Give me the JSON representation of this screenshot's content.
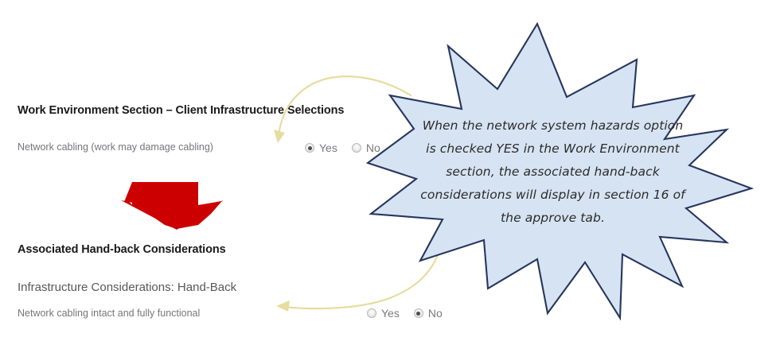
{
  "work_environment": {
    "heading": "Work Environment Section – Client Infrastructure Selections",
    "field_label": "Network cabling (work may damage cabling)",
    "options": [
      {
        "label": "Yes",
        "selected": true
      },
      {
        "label": "No",
        "selected": false
      }
    ]
  },
  "hand_back": {
    "heading": "Associated Hand-back Considerations",
    "sub_heading": "Infrastructure Considerations: Hand-Back",
    "field_label": "Network cabling intact and fully functional",
    "options": [
      {
        "label": "Yes",
        "selected": false
      },
      {
        "label": "No",
        "selected": true
      }
    ]
  },
  "callout": {
    "text": "When the network system hazards option is checked YES in the Work Environment section, the associated hand-back considerations will display in section 16 of the approve tab.",
    "fill_color": "#D6E3F2",
    "stroke_color": "#26365E"
  },
  "arrows": {
    "down_arrow_color": "#CC0000",
    "curve_color": "#E7DCA0"
  }
}
